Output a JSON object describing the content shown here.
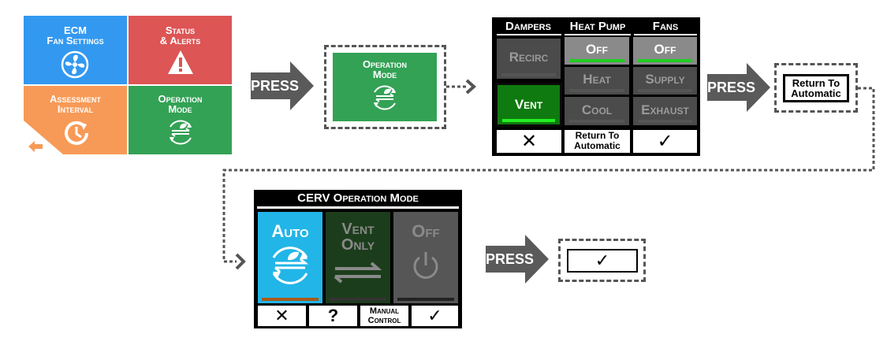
{
  "home": {
    "tiles": [
      {
        "label": "ECM\nFan Settings",
        "icon": "fan-icon",
        "color": "#3399f0"
      },
      {
        "label": "Status\n& Alerts",
        "icon": "alert-icon",
        "color": "#dd5555"
      },
      {
        "label": "Assessment\nInterval",
        "icon": "clock-icon",
        "color": "#f79a57"
      },
      {
        "label": "Operation\nMode",
        "icon": "operation-mode-icon",
        "color": "#33a255"
      }
    ]
  },
  "press_label": "PRESS",
  "operation_mode_button": {
    "label": "Operation\nMode",
    "color": "#33a255"
  },
  "mode_panel": {
    "headers": [
      "Dampers",
      "Heat Pump",
      "Fans"
    ],
    "dampers": [
      {
        "label": "Recirc",
        "selected": false
      },
      {
        "label": "Vent",
        "selected": true
      }
    ],
    "heat_pump": [
      {
        "label": "Off",
        "selected": true
      },
      {
        "label": "Heat",
        "selected": false
      },
      {
        "label": "Cool",
        "selected": false
      }
    ],
    "fans": [
      {
        "label": "Off",
        "selected": true
      },
      {
        "label": "Supply",
        "selected": false
      },
      {
        "label": "Exhaust",
        "selected": false
      }
    ],
    "footer": {
      "cancel": "✕",
      "return": "Return To\nAutomatic",
      "confirm": "✓"
    }
  },
  "return_button": {
    "label": "Return To\nAutomatic"
  },
  "cerv_panel": {
    "title": "CERV Operation Mode",
    "modes": [
      {
        "label": "Auto",
        "icon": "auto-mode-icon",
        "active": true,
        "color": "#22b5e8"
      },
      {
        "label": "Vent\nOnly",
        "icon": "vent-arrows-icon",
        "active": false,
        "color": "#1c3d1c"
      },
      {
        "label": "Off",
        "icon": "power-icon",
        "active": false,
        "color": "#565656"
      }
    ],
    "footer": {
      "cancel": "✕",
      "help": "?",
      "manual": "Manual\nControl",
      "confirm": "✓"
    }
  },
  "confirm_button": {
    "label": "✓"
  }
}
